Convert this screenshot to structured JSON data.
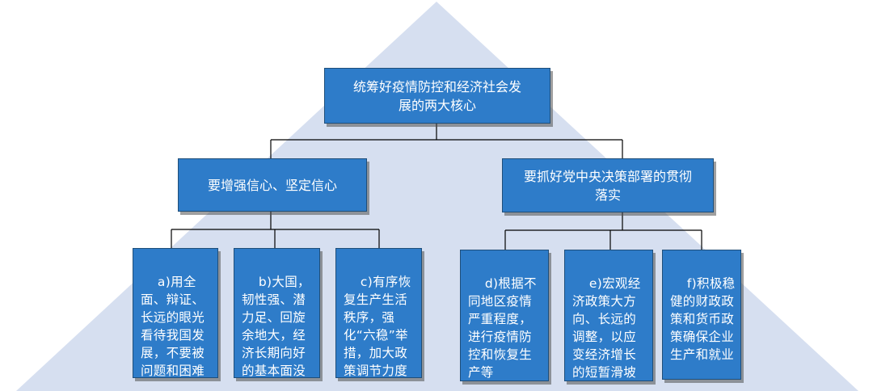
{
  "diagram": {
    "colors": {
      "background_triangle": "#d6dff0",
      "box_fill": "#2e7cc9",
      "box_border": "#1f4e79",
      "connector": "#000000",
      "text": "#ffffff"
    },
    "root": {
      "text": "统筹好疫情防控和经济社会发\n展的两大核心"
    },
    "branches": [
      {
        "text": "要增强信心、坚定信心",
        "children": [
          {
            "text": "a)用全面、辩证、长远的眼光看待我国发展，不要被问题和困难吓倒。"
          },
          {
            "text": "b)大国，韧性强、潜力足、回旋余地大，经济长期向好的基本面没有改变"
          },
          {
            "text": "c)有序恢复生产生活秩序，强化“六稳”举措，加大政策调节力度"
          }
        ]
      },
      {
        "text": "要抓好党中央决策部署的贯彻\n落实",
        "children": [
          {
            "text": "d)根据不同地区疫情严重程度，进行疫情防控和恢复生产等"
          },
          {
            "text": "e)宏观经济政策大方向、长远的调整，以应变经济增长的短暂滑坡"
          },
          {
            "text": "f)积极稳健的财政政策和货币政策确保企业生产和就业"
          }
        ]
      }
    ]
  }
}
